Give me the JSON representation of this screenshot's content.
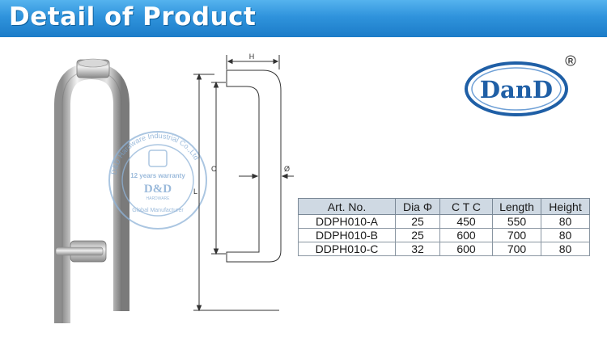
{
  "banner": {
    "title": "Detail of Product"
  },
  "logo": {
    "text": "DanD",
    "registered": "®"
  },
  "stamp": {
    "ring_text": "D&D Hardware Industrial Co.,Ltd",
    "warranty": "12 years warranty",
    "brand": "D&D",
    "sub": "HARDWARE",
    "bottom": "Global Manufacturer"
  },
  "drawing": {
    "h_label": "H",
    "c_label": "C",
    "l_label": "L",
    "dia_label": "Ø"
  },
  "table": {
    "headers": [
      "Art. No.",
      "Dia Φ",
      "C T C",
      "Length",
      "Height"
    ],
    "rows": [
      [
        "DDPH010-A",
        "25",
        "450",
        "550",
        "80"
      ],
      [
        "DDPH010-B",
        "25",
        "600",
        "700",
        "80"
      ],
      [
        "DDPH010-C",
        "32",
        "600",
        "700",
        "80"
      ]
    ]
  }
}
